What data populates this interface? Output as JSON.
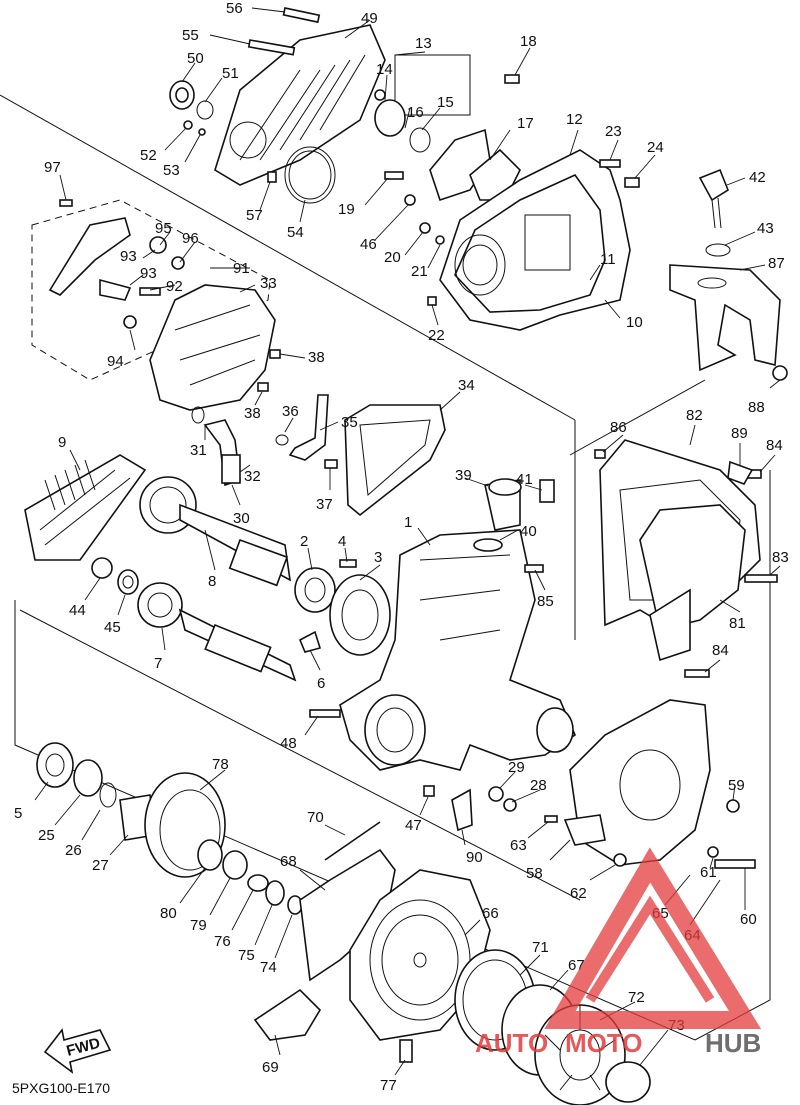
{
  "diagram": {
    "code": "5PXG100-E170",
    "fwd_label": "FWD",
    "callouts": {
      "n1": "1",
      "n2": "2",
      "n3": "3",
      "n4": "4",
      "n5": "5",
      "n6": "6",
      "n7": "7",
      "n8": "8",
      "n9": "9",
      "n10": "10",
      "n11": "11",
      "n12": "12",
      "n13": "13",
      "n14": "14",
      "n15": "15",
      "n16": "16",
      "n17": "17",
      "n18": "18",
      "n19": "19",
      "n20": "20",
      "n21": "21",
      "n22": "22",
      "n23": "23",
      "n24": "24",
      "n25": "25",
      "n26": "26",
      "n27": "27",
      "n28": "28",
      "n29": "29",
      "n30": "30",
      "n31": "31",
      "n32": "32",
      "n33": "33",
      "n34": "34",
      "n35": "35",
      "n36": "36",
      "n37": "37",
      "n38": "38",
      "n39": "39",
      "n40": "40",
      "n41": "41",
      "n42": "42",
      "n43": "43",
      "n44": "44",
      "n45": "45",
      "n46": "46",
      "n47": "47",
      "n48": "48",
      "n49": "49",
      "n50": "50",
      "n51": "51",
      "n52": "52",
      "n53": "53",
      "n54": "54",
      "n55": "55",
      "n56": "56",
      "n57": "57",
      "n58": "58",
      "n59": "59",
      "n60": "60",
      "n61": "61",
      "n62": "62",
      "n63": "63",
      "n64": "64",
      "n65": "65",
      "n66": "66",
      "n67": "67",
      "n68": "68",
      "n69": "69",
      "n70": "70",
      "n71": "71",
      "n72": "72",
      "n73": "73",
      "n74": "74",
      "n75": "75",
      "n76": "76",
      "n77": "77",
      "n78": "78",
      "n79": "79",
      "n80": "80",
      "n81": "81",
      "n82": "82",
      "n83": "83",
      "n84": "84",
      "n85": "85",
      "n86": "86",
      "n87": "87",
      "n88": "88",
      "n89": "89",
      "n90": "90",
      "n91": "91",
      "n92": "92",
      "n93": "93",
      "n94": "94",
      "n95": "95",
      "n96": "96",
      "n97": "97"
    }
  },
  "watermark": {
    "text_part1": "AUTO",
    "text_part2": "MOTO",
    "text_part3": "HUB",
    "color_red": "#e33b3b",
    "color_gray": "#555555"
  }
}
